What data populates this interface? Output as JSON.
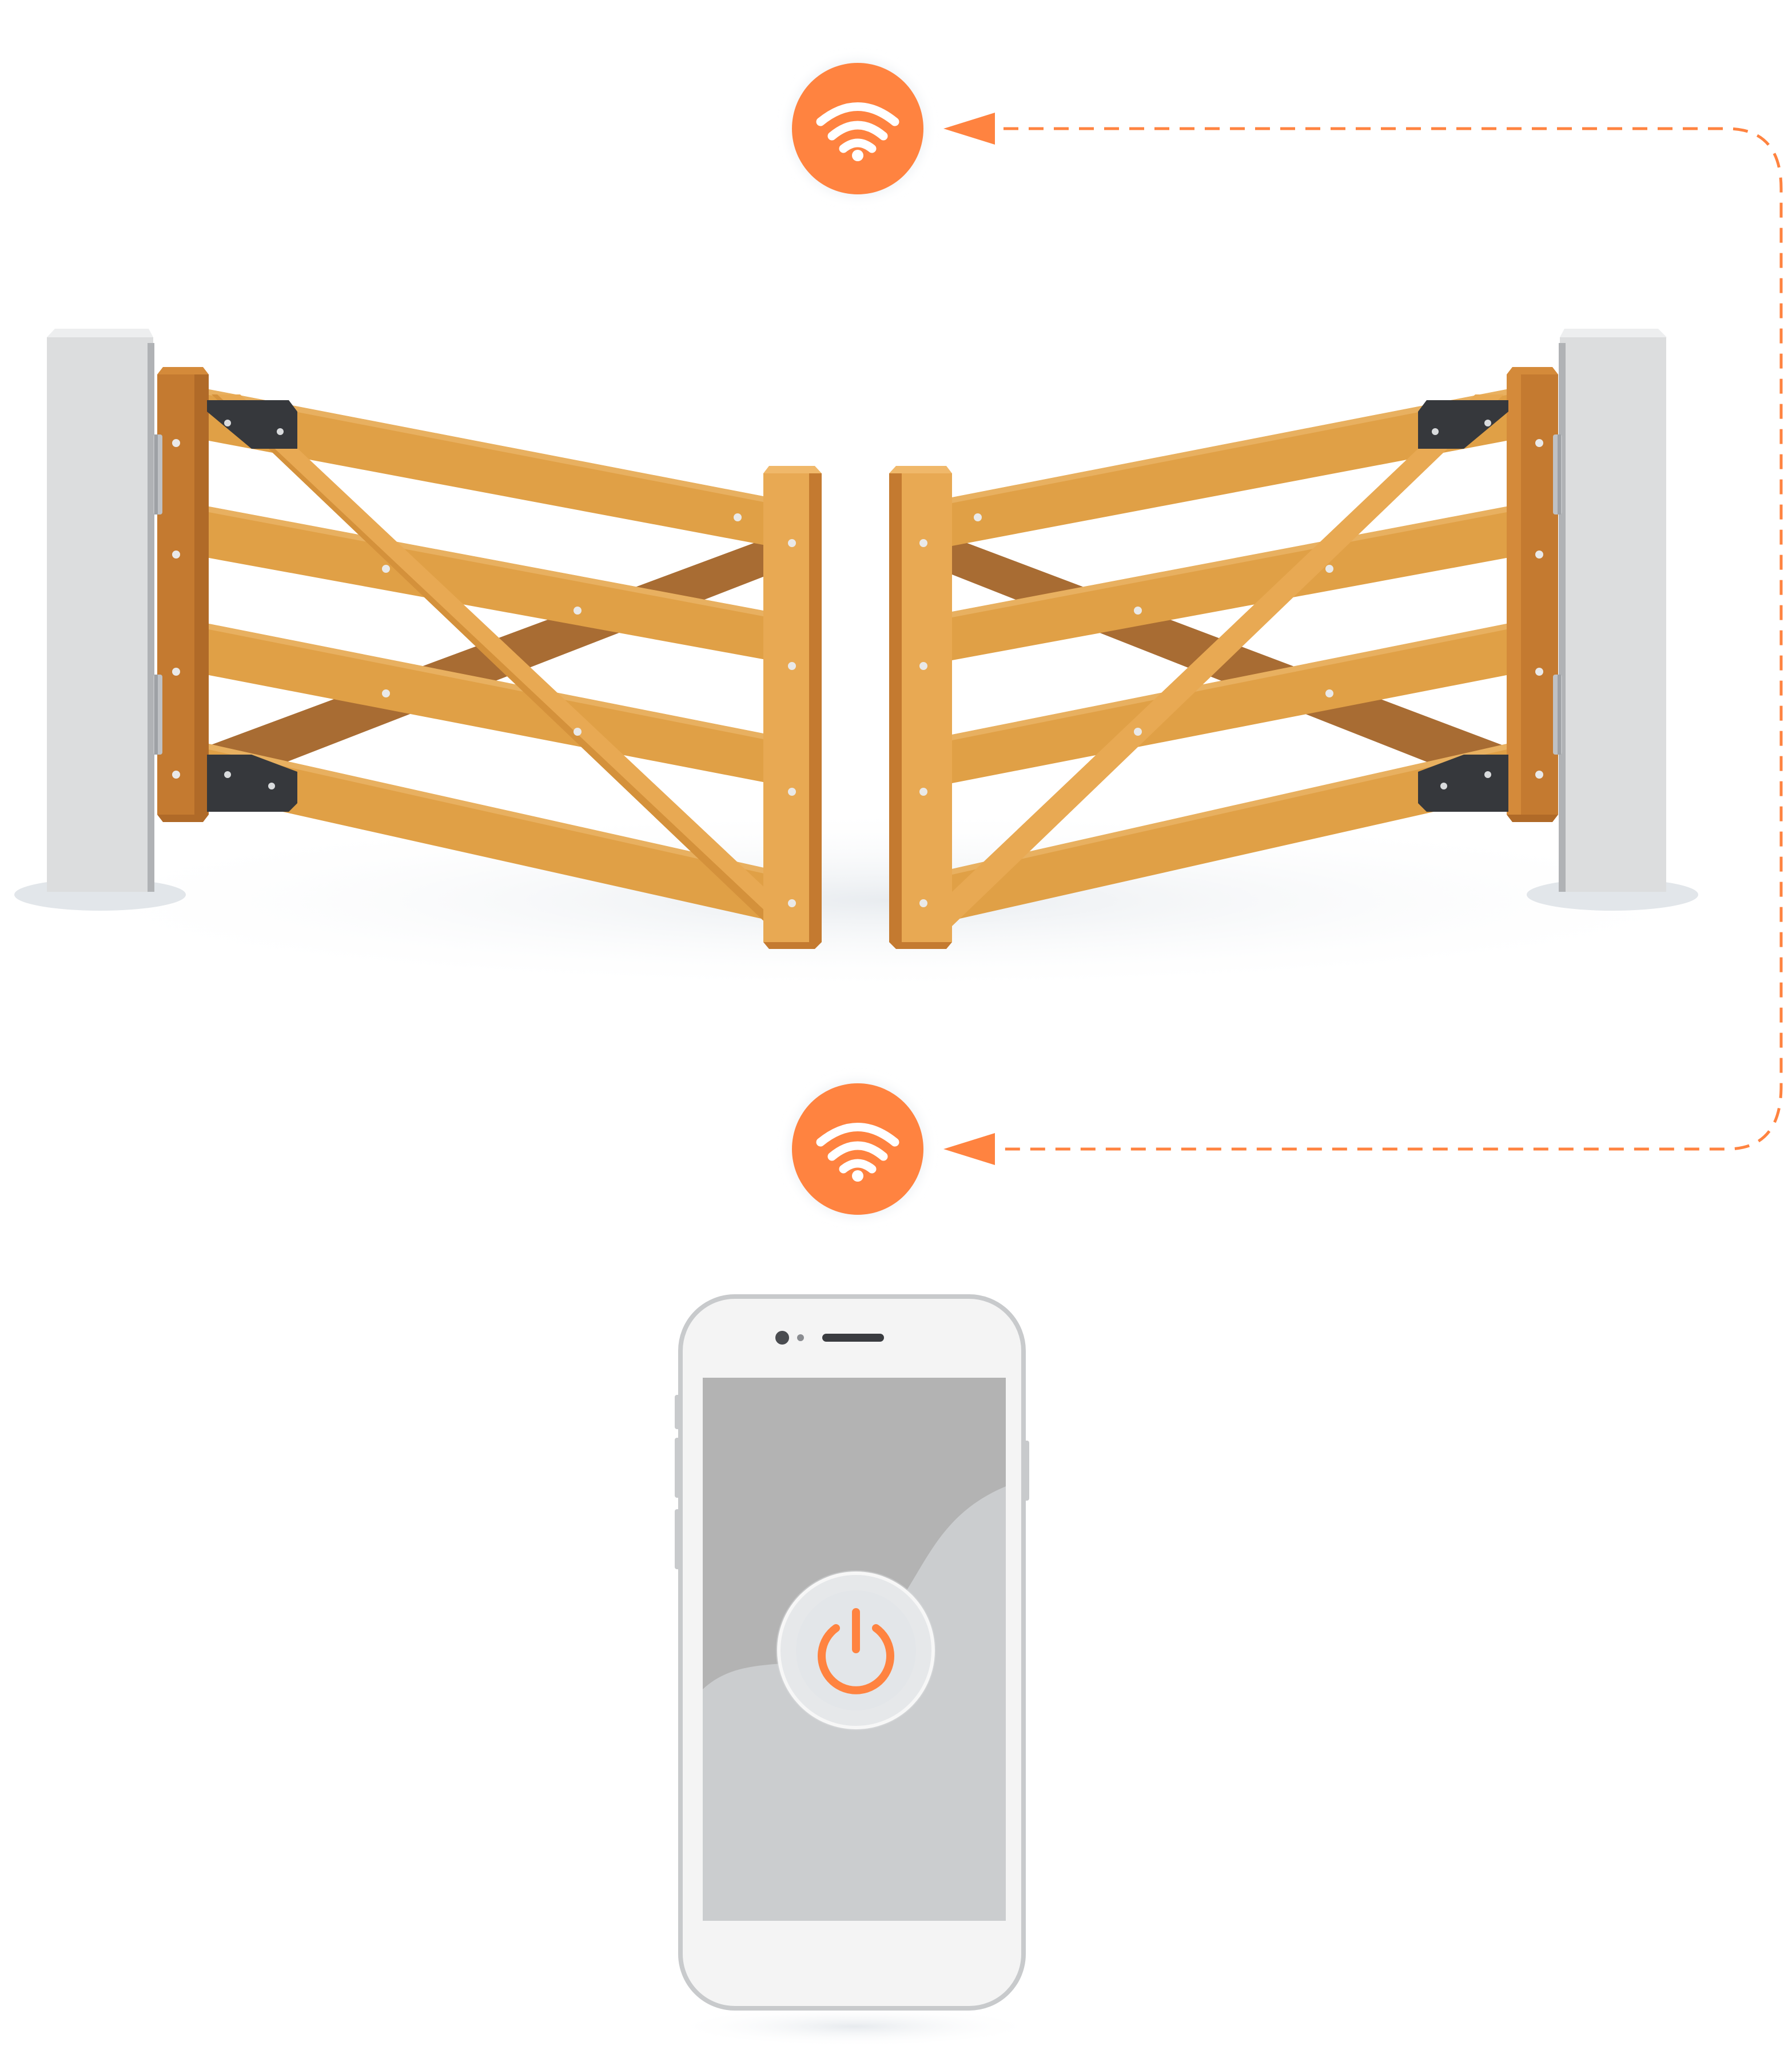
{
  "colors": {
    "accent": "#FF8340",
    "accent_light": "#FF9A5E",
    "wood": "#E0A046",
    "wood_light": "#E8A953",
    "wood_dark": "#C47A30",
    "wood_shadow": "#A86C33",
    "post": "#DCDDDE",
    "post_dark": "#B0B2B5",
    "bracket": "#36383C",
    "phone_body": "#F4F4F4",
    "phone_frame": "#C8CACC",
    "screen_top": "#B3B3B3",
    "screen_bottom": "#CBCDCF",
    "button_face": "#E6E8EA"
  },
  "icons": {
    "top_signal": "wifi-icon",
    "bottom_signal": "wifi-icon",
    "arrow": "arrowhead-icon",
    "power": "power-icon"
  },
  "connection": {
    "style": "dashed",
    "direction": "phone-to-gate"
  },
  "gate": {
    "type": "double-swing-wooden-gate",
    "leaves": 2,
    "rails_per_leaf": 4
  },
  "phone": {
    "app_control": "power-button"
  }
}
